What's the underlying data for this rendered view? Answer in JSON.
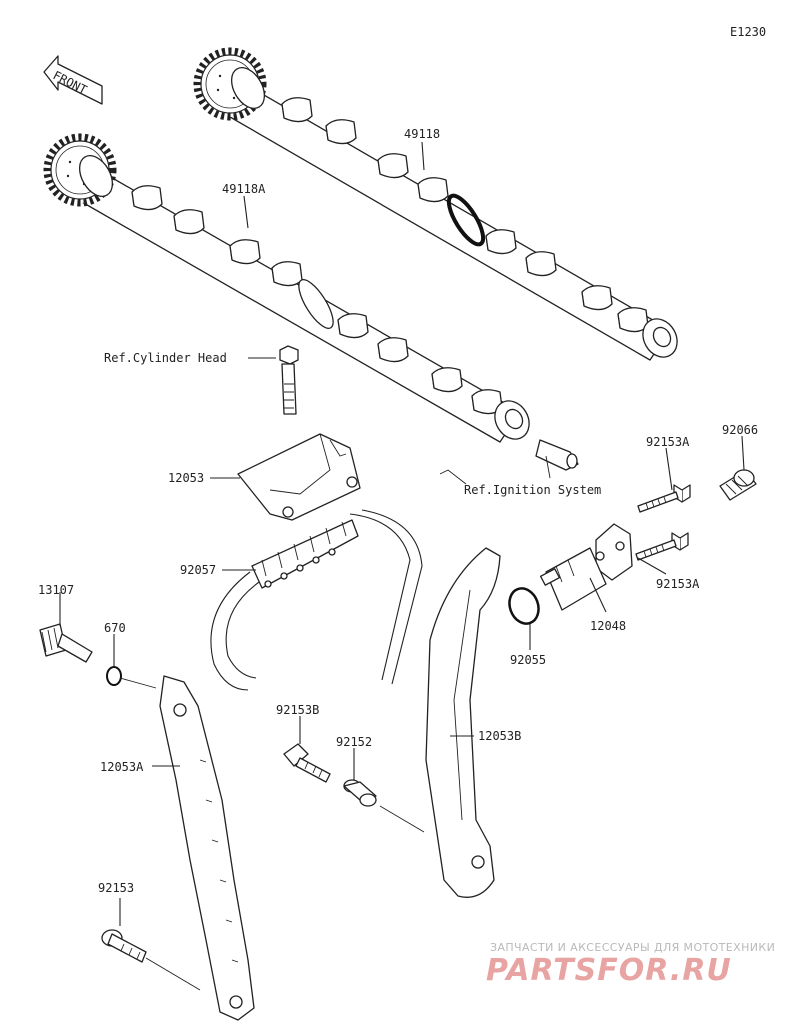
{
  "diagram": {
    "code": "E1230",
    "front_label": "FRONT",
    "labels": {
      "p49118": "49118",
      "p49118A": "49118A",
      "ref_head": "Ref.Cylinder Head",
      "p12053": "12053",
      "ref_ign": "Ref.Ignition System",
      "p92153A_top": "92153A",
      "p92066": "92066",
      "p92057": "92057",
      "p92153A_bot": "92153A",
      "p13107": "13107",
      "p670": "670",
      "p12048": "12048",
      "p92055": "92055",
      "p92153B": "92153B",
      "p92152": "92152",
      "p12053B": "12053B",
      "p12053A": "12053A",
      "p92153": "92153"
    }
  },
  "watermark": {
    "tagline": "ЗАПЧАСТИ И АКСЕССУАРЫ ДЛЯ МОТОТЕХНИКИ",
    "brand_left": "PARTS",
    "brand_right": "FOR.RU",
    "brand_color": "#e8a3a3"
  }
}
